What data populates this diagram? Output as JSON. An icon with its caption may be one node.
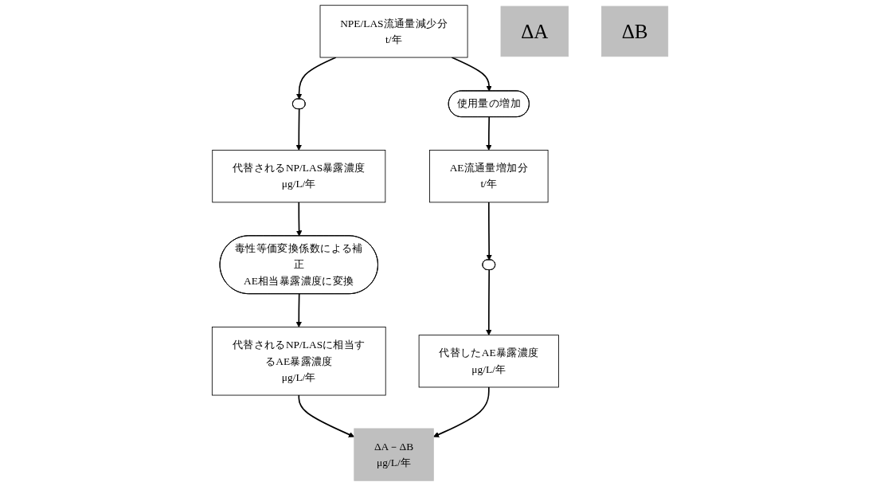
{
  "diagram": {
    "nodes": [
      {
        "text": [
          "NPE/LAS流通量減少分",
          "t/年"
        ]
      },
      {
        "text": [
          "使用量の増加"
        ]
      },
      {
        "text": [
          "AE流通量増加分",
          "t/年"
        ]
      },
      {
        "text": [],
        "shape": "stadium"
      },
      {
        "text": [],
        "shape": "stadium"
      },
      {
        "text": [
          "代替されるNP/LAS暴露濃度",
          "μg/L/年"
        ]
      },
      {
        "text": [
          "毒性等価変換係数による補正",
          "AE相当暴露濃度に変換"
        ]
      },
      {
        "text": [
          "代替されるNP/LASに相当するAE暴露濃度",
          "μg/L/年"
        ]
      },
      {
        "text": [
          "ΔA"
        ]
      },
      {
        "text": [
          "代替したAE暴露濃度",
          "μg/L/年"
        ]
      },
      {
        "text": [
          "ΔB"
        ]
      },
      {
        "text": [
          "ΔA－ΔB",
          "μg/L/年"
        ]
      }
    ],
    "edges": [
      {
        "from": 0,
        "to": 1,
        "arrow": "to"
      },
      {
        "from": 1,
        "to": 2,
        "arrow": "to"
      },
      {
        "from": 0,
        "to": 3,
        "arrow": "to"
      },
      {
        "from": 3,
        "to": 5,
        "arrow": "to"
      },
      {
        "from": 5,
        "to": 6,
        "arrow": "to"
      },
      {
        "from": 6,
        "to": 7,
        "arrow": "to"
      },
      {
        "from": 2,
        "to": 4,
        "arrow": "to"
      },
      {
        "from": 4,
        "to": 9,
        "arrow": "to"
      },
      {
        "from": 7,
        "to": 11,
        "arrow": "to"
      },
      {
        "from": 9,
        "to": 11,
        "arrow": "to"
      }
    ]
  }
}
